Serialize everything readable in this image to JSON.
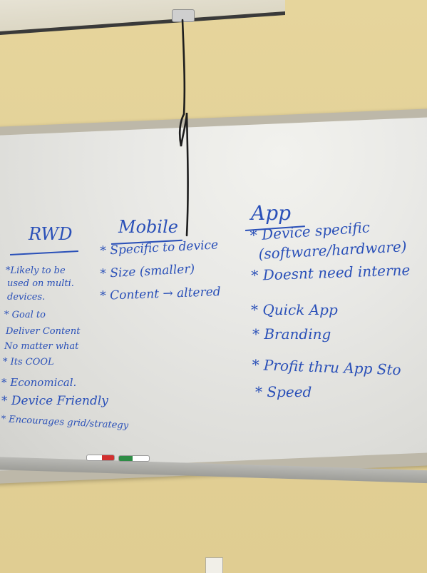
{
  "whiteboard": {
    "columns": [
      {
        "heading": "RWD",
        "items": [
          "*Likely to be",
          "used on multi.",
          "devices.",
          "* Goal to",
          "Deliver Content",
          "No matter what",
          "* Its COOL",
          "* Economical.",
          "* Device Friendly",
          "* Encourages grid/strategy"
        ]
      },
      {
        "heading": "Mobile",
        "items": [
          "* Specific to device",
          "* Size (smaller)",
          "* Content → altered"
        ]
      },
      {
        "heading": "App",
        "items": [
          "* Device specific",
          "(software/hardware)",
          "* Doesnt need interne",
          "* Quick App",
          "* Branding",
          "* Profit thru App Sto",
          "* Speed"
        ]
      }
    ]
  },
  "colors": {
    "ink": "#2a50b8",
    "wall": "#e3d197",
    "board": "#e9e9e6"
  }
}
